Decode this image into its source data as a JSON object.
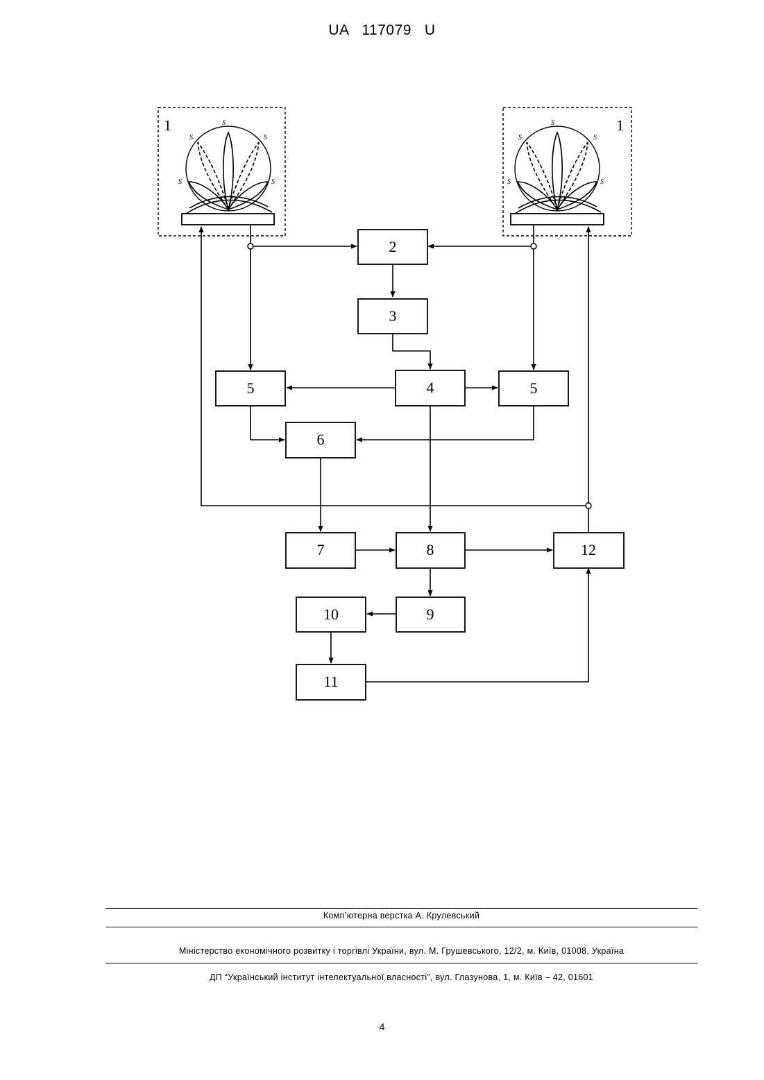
{
  "header": {
    "doc_id": "UA   117079   U"
  },
  "diagram": {
    "antenna_label": "1",
    "pattern_labels": [
      "S",
      "S",
      "S",
      "S",
      "S"
    ],
    "blocks": {
      "b2": "2",
      "b3": "3",
      "b4": "4",
      "b5a": "5",
      "b5b": "5",
      "b6": "6",
      "b7": "7",
      "b8": "8",
      "b9": "9",
      "b10": "10",
      "b11": "11",
      "b12": "12"
    }
  },
  "footer": {
    "credit": "Комп’ютерна верстка А. Крулевський",
    "ministry": "Міністерство економічного розвитку і торгівлі України, вул. М. Грушевського, 12/2, м. Київ, 01008, Україна",
    "institute": "ДП “Український інститут інтелектуальної власності”, вул. Глазунова, 1, м. Київ – 42, 01601"
  },
  "page_number": "4"
}
